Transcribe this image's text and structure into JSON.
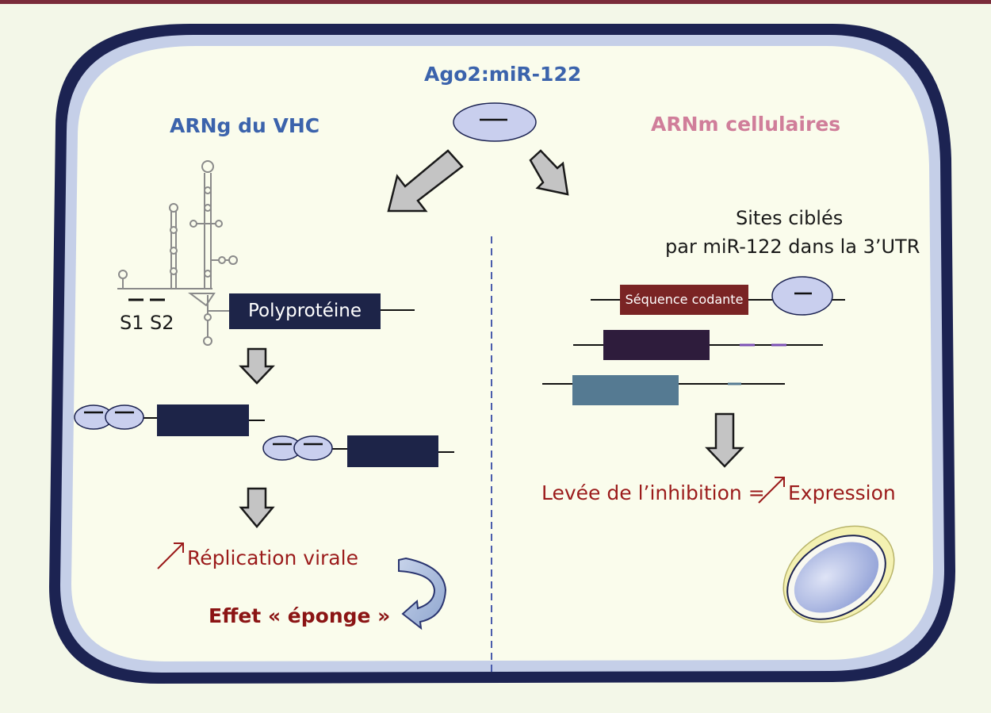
{
  "labels": {
    "ago2": "Ago2:miR-122",
    "hcv_rna": "ARNg du VHC",
    "cell_mrna": "ARNm cellulaires",
    "polyprotein": "Polyprotéine",
    "s1": "S1",
    "s2": "S2",
    "targeted_sites_line1": "Sites ciblés",
    "targeted_sites_line2": "par miR-122 dans la 3’UTR",
    "coding_sequence": "Séquence codante",
    "replication": "Réplication virale",
    "sponge_effect": "Effet « éponge »",
    "release_inhibition": "Levée de l’inhibition = ",
    "expression": "Expression"
  },
  "colors": {
    "background": "#f3f7e8",
    "cell_border": "#1c2352",
    "cell_border_inner": "#c5cfe8",
    "cell_fill": "#fafcec",
    "mirna_fill": "#c9cfee",
    "dark_box": "#1d2448",
    "coding_box": "#7a2424",
    "purple_box": "#2e1c3c",
    "teal_box": "#557a92",
    "title_blue": "#3b63ac",
    "title_pink": "#d07e9a",
    "red_text": "#9b1b1b",
    "arrow_gray": "#c4c4c4"
  },
  "icons": [
    "up-arrow-icon",
    "down-arrow-icon",
    "curved-arrow-icon"
  ]
}
